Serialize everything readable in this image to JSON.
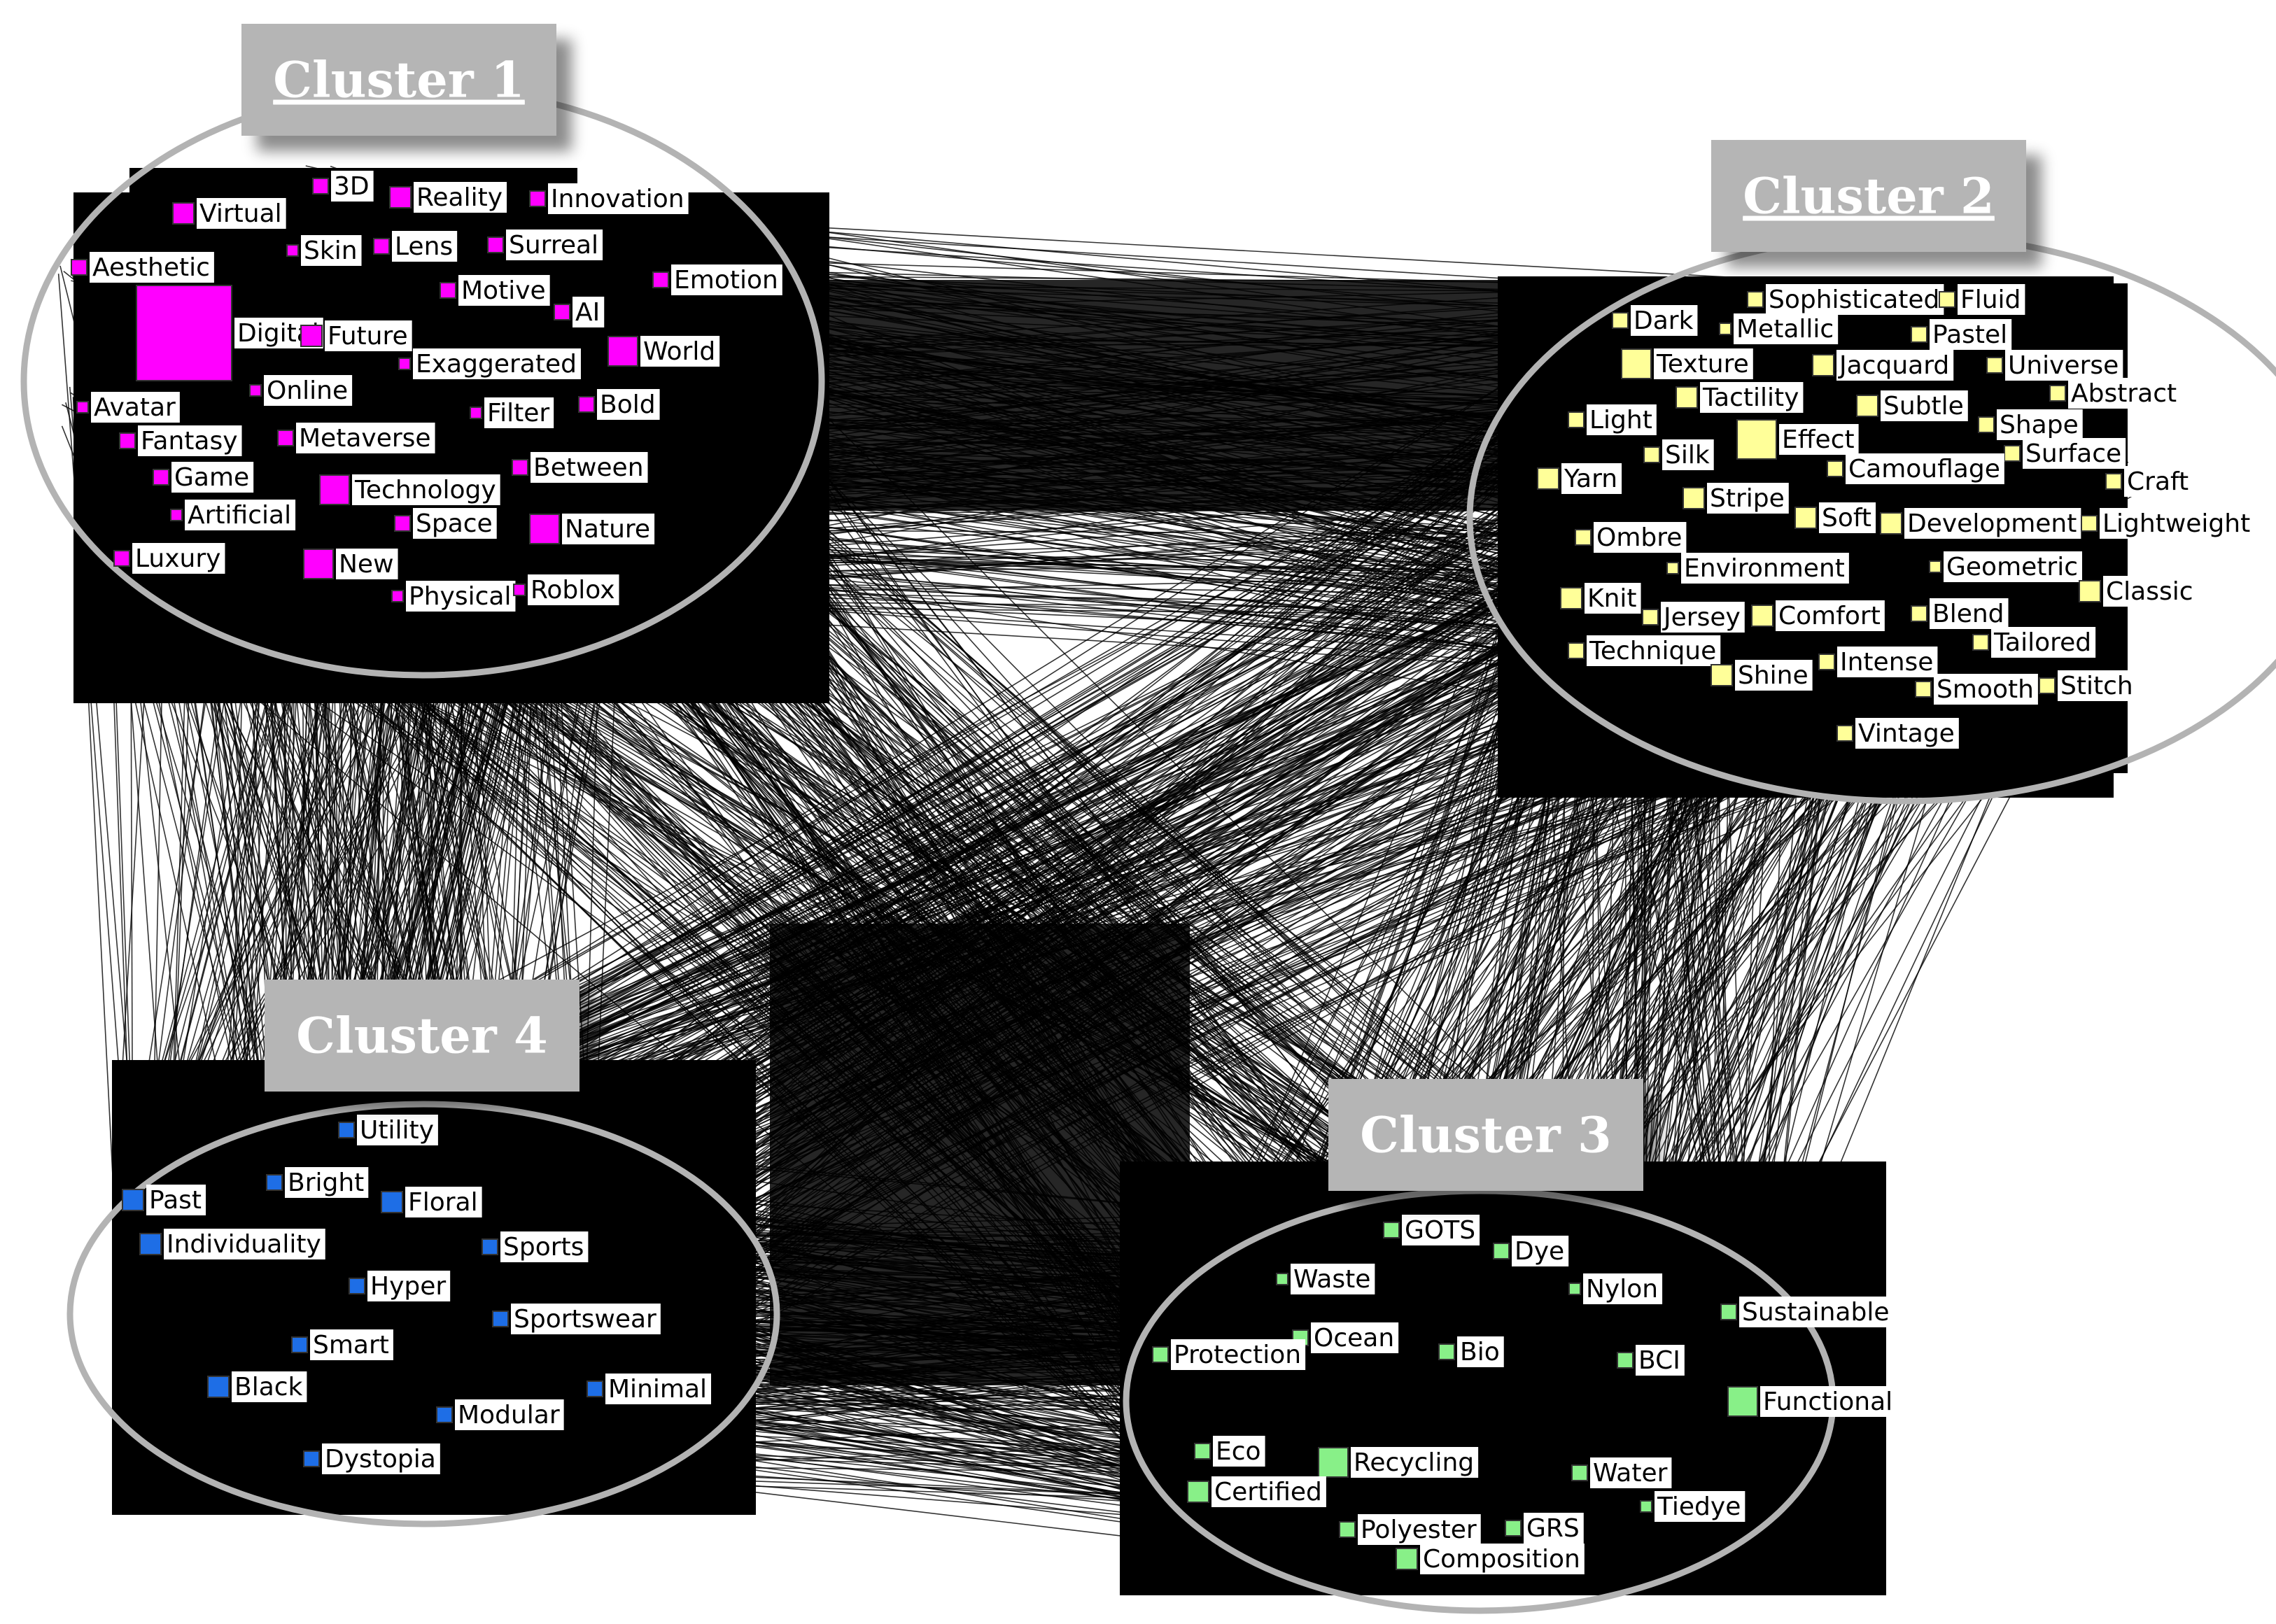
{
  "colors": {
    "cluster1": "#ff00ff",
    "cluster2": "#ffff99",
    "cluster3": "#88f088",
    "cluster4": "#1e6ee6",
    "edge": "#000000",
    "ellipse": "#b3b3b3",
    "banner": "#b5b5b5",
    "banner_text": "#ffffff"
  },
  "clusters": [
    {
      "id": "cluster1",
      "title": "Cluster 1",
      "underline": true,
      "color_key": "cluster1",
      "nodes": [
        {
          "label": "Virtual",
          "size": "md"
        },
        {
          "label": "3D",
          "size": "sm"
        },
        {
          "label": "Reality",
          "size": "md"
        },
        {
          "label": "Innovation",
          "size": "sm"
        },
        {
          "label": "Skin",
          "size": "xs"
        },
        {
          "label": "Lens",
          "size": "sm"
        },
        {
          "label": "Surreal",
          "size": "sm"
        },
        {
          "label": "Aesthetic",
          "size": "sm"
        },
        {
          "label": "Digital",
          "size": "xxl"
        },
        {
          "label": "Motive",
          "size": "sm"
        },
        {
          "label": "Emotion",
          "size": "sm"
        },
        {
          "label": "AI",
          "size": "sm"
        },
        {
          "label": "Future",
          "size": "md"
        },
        {
          "label": "World",
          "size": "lg"
        },
        {
          "label": "Exaggerated",
          "size": "xs"
        },
        {
          "label": "Online",
          "size": "xs"
        },
        {
          "label": "Avatar",
          "size": "xs"
        },
        {
          "label": "Bold",
          "size": "sm"
        },
        {
          "label": "Filter",
          "size": "xs"
        },
        {
          "label": "Fantasy",
          "size": "sm"
        },
        {
          "label": "Metaverse",
          "size": "sm"
        },
        {
          "label": "Between",
          "size": "sm"
        },
        {
          "label": "Game",
          "size": "sm"
        },
        {
          "label": "Technology",
          "size": "lg"
        },
        {
          "label": "Artificial",
          "size": "xs"
        },
        {
          "label": "Space",
          "size": "sm"
        },
        {
          "label": "Nature",
          "size": "lg"
        },
        {
          "label": "Luxury",
          "size": "sm"
        },
        {
          "label": "New",
          "size": "lg"
        },
        {
          "label": "Physical",
          "size": "xs"
        },
        {
          "label": "Roblox",
          "size": "xs"
        }
      ]
    },
    {
      "id": "cluster2",
      "title": "Cluster 2",
      "underline": true,
      "color_key": "cluster2",
      "nodes": [
        {
          "label": "Sophisticated",
          "size": "sm"
        },
        {
          "label": "Fluid",
          "size": "sm"
        },
        {
          "label": "Dark",
          "size": "sm"
        },
        {
          "label": "Metallic",
          "size": "xs"
        },
        {
          "label": "Pastel",
          "size": "sm"
        },
        {
          "label": "Texture",
          "size": "lg"
        },
        {
          "label": "Jacquard",
          "size": "md"
        },
        {
          "label": "Universe",
          "size": "sm"
        },
        {
          "label": "Tactility",
          "size": "md"
        },
        {
          "label": "Subtle",
          "size": "md"
        },
        {
          "label": "Abstract",
          "size": "sm"
        },
        {
          "label": "Light",
          "size": "sm"
        },
        {
          "label": "Effect",
          "size": "xl"
        },
        {
          "label": "Shape",
          "size": "sm"
        },
        {
          "label": "Silk",
          "size": "sm"
        },
        {
          "label": "Surface",
          "size": "sm"
        },
        {
          "label": "Yarn",
          "size": "md"
        },
        {
          "label": "Camouflage",
          "size": "sm"
        },
        {
          "label": "Craft",
          "size": "sm"
        },
        {
          "label": "Stripe",
          "size": "md"
        },
        {
          "label": "Soft",
          "size": "md"
        },
        {
          "label": "Development",
          "size": "md"
        },
        {
          "label": "Lightweight",
          "size": "sm"
        },
        {
          "label": "Ombre",
          "size": "sm"
        },
        {
          "label": "Environment",
          "size": "xs"
        },
        {
          "label": "Geometric",
          "size": "xs"
        },
        {
          "label": "Knit",
          "size": "md"
        },
        {
          "label": "Jersey",
          "size": "sm"
        },
        {
          "label": "Comfort",
          "size": "md"
        },
        {
          "label": "Blend",
          "size": "sm"
        },
        {
          "label": "Classic",
          "size": "md"
        },
        {
          "label": "Technique",
          "size": "sm"
        },
        {
          "label": "Tailored",
          "size": "sm"
        },
        {
          "label": "Shine",
          "size": "md"
        },
        {
          "label": "Intense",
          "size": "sm"
        },
        {
          "label": "Smooth",
          "size": "sm"
        },
        {
          "label": "Stitch",
          "size": "sm"
        },
        {
          "label": "Vintage",
          "size": "sm"
        }
      ]
    },
    {
      "id": "cluster3",
      "title": "Cluster 3",
      "underline": false,
      "color_key": "cluster3",
      "nodes": [
        {
          "label": "GOTS",
          "size": "sm"
        },
        {
          "label": "Dye",
          "size": "sm"
        },
        {
          "label": "Waste",
          "size": "xs"
        },
        {
          "label": "Nylon",
          "size": "xs"
        },
        {
          "label": "Sustainable",
          "size": "sm"
        },
        {
          "label": "Ocean",
          "size": "sm"
        },
        {
          "label": "Bio",
          "size": "sm"
        },
        {
          "label": "Protection",
          "size": "sm"
        },
        {
          "label": "BCI",
          "size": "sm"
        },
        {
          "label": "Functional",
          "size": "lg"
        },
        {
          "label": "Eco",
          "size": "sm"
        },
        {
          "label": "Recycling",
          "size": "lg"
        },
        {
          "label": "Certified",
          "size": "md"
        },
        {
          "label": "Water",
          "size": "sm"
        },
        {
          "label": "Tiedye",
          "size": "xs"
        },
        {
          "label": "Polyester",
          "size": "sm"
        },
        {
          "label": "GRS",
          "size": "sm"
        },
        {
          "label": "Composition",
          "size": "md"
        }
      ]
    },
    {
      "id": "cluster4",
      "title": "Cluster 4",
      "underline": false,
      "color_key": "cluster4",
      "nodes": [
        {
          "label": "Utility",
          "size": "sm"
        },
        {
          "label": "Bright",
          "size": "sm"
        },
        {
          "label": "Past",
          "size": "md"
        },
        {
          "label": "Floral",
          "size": "md"
        },
        {
          "label": "Individuality",
          "size": "md"
        },
        {
          "label": "Sports",
          "size": "sm"
        },
        {
          "label": "Hyper",
          "size": "sm"
        },
        {
          "label": "Sportswear",
          "size": "sm"
        },
        {
          "label": "Smart",
          "size": "sm"
        },
        {
          "label": "Black",
          "size": "md"
        },
        {
          "label": "Minimal",
          "size": "sm"
        },
        {
          "label": "Modular",
          "size": "sm"
        },
        {
          "label": "Dystopia",
          "size": "sm"
        }
      ]
    }
  ]
}
